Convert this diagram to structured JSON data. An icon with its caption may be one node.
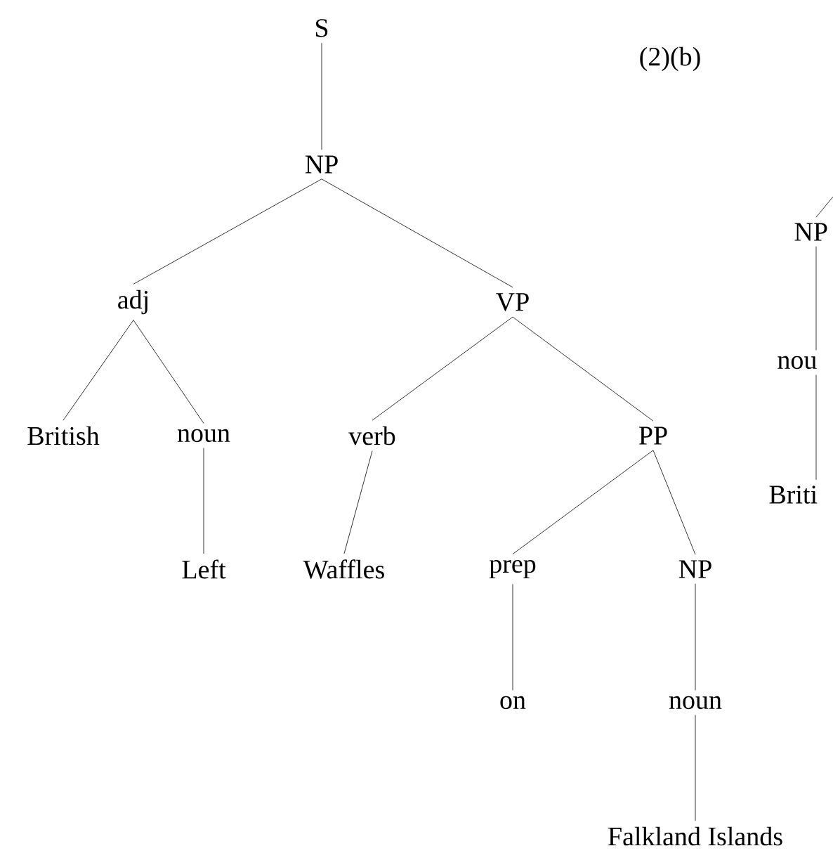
{
  "diagram": {
    "nodes": [
      {
        "text": [
          "S"
        ]
      },
      {
        "text": [
          "NP"
        ]
      },
      {
        "text": [
          "adj"
        ]
      },
      {
        "text": [
          "VP"
        ]
      },
      {
        "text": [
          "British"
        ]
      },
      {
        "text": [
          "noun"
        ]
      },
      {
        "text": [
          "verb"
        ]
      },
      {
        "text": [
          "PP"
        ]
      },
      {
        "text": [
          "Left"
        ]
      },
      {
        "text": [
          "Waffles"
        ]
      },
      {
        "text": [
          "prep"
        ]
      },
      {
        "text": [
          "NP"
        ]
      },
      {
        "text": [
          "on"
        ]
      },
      {
        "text": [
          "noun"
        ]
      },
      {
        "text": [
          "Falkland Islands"
        ]
      },
      {
        "text": [
          "NP"
        ]
      },
      {
        "text": [
          "nou"
        ]
      },
      {
        "text": [
          "Briti"
        ]
      }
    ],
    "edges": [
      {
        "from": 0,
        "to": 1,
        "arrow": "none"
      },
      {
        "from": 1,
        "to": 2,
        "arrow": "none"
      },
      {
        "from": 1,
        "to": 3,
        "arrow": "none"
      },
      {
        "from": 2,
        "to": 4,
        "arrow": "none"
      },
      {
        "from": 2,
        "to": 5,
        "arrow": "none"
      },
      {
        "from": 5,
        "to": 8,
        "arrow": "none"
      },
      {
        "from": 3,
        "to": 6,
        "arrow": "none"
      },
      {
        "from": 3,
        "to": 7,
        "arrow": "none"
      },
      {
        "from": 6,
        "to": 9,
        "arrow": "none"
      },
      {
        "from": 7,
        "to": 10,
        "arrow": "none"
      },
      {
        "from": 7,
        "to": 11,
        "arrow": "none"
      },
      {
        "from": 10,
        "to": 12,
        "arrow": "none"
      },
      {
        "from": 11,
        "to": 13,
        "arrow": "none"
      },
      {
        "from": 13,
        "to": 14,
        "arrow": "none"
      },
      {
        "from": 15,
        "to": null,
        "arrow": "none"
      },
      {
        "from": 15,
        "to": 16,
        "arrow": "none"
      },
      {
        "from": 16,
        "to": 17,
        "arrow": "none"
      }
    ],
    "labels": [
      "(2)(b)"
    ]
  }
}
